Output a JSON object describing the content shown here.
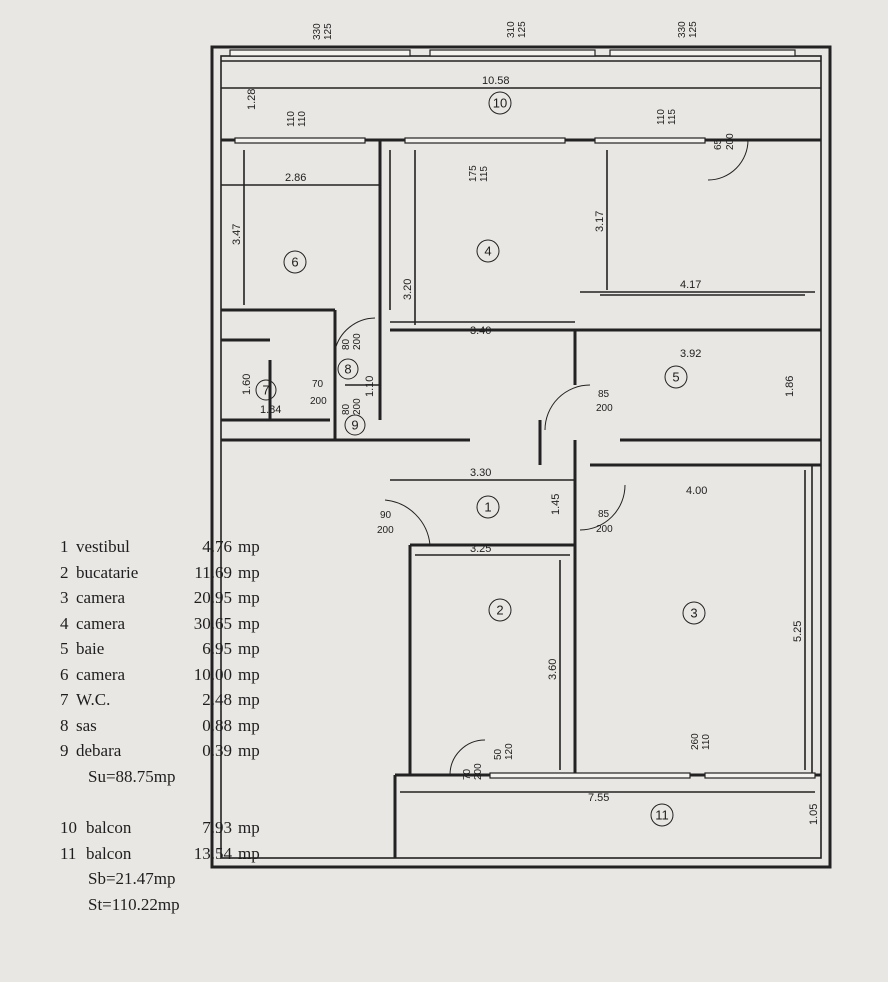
{
  "rooms": [
    {
      "num": "1",
      "name": "vestibul",
      "area": "4.76",
      "unit": "mp"
    },
    {
      "num": "2",
      "name": "bucatarie",
      "area": "11.69",
      "unit": "mp"
    },
    {
      "num": "3",
      "name": "camera",
      "area": "20.95",
      "unit": "mp"
    },
    {
      "num": "4",
      "name": "camera",
      "area": "30.65",
      "unit": "mp"
    },
    {
      "num": "5",
      "name": "baie",
      "area": "6.95",
      "unit": "mp"
    },
    {
      "num": "6",
      "name": "camera",
      "area": "10.00",
      "unit": "mp"
    },
    {
      "num": "7",
      "name": "W.C.",
      "area": "2.48",
      "unit": "mp"
    },
    {
      "num": "8",
      "name": "sas",
      "area": "0.88",
      "unit": "mp"
    },
    {
      "num": "9",
      "name": "debara",
      "area": "0.39",
      "unit": "mp"
    }
  ],
  "su_total": "Su=88.75mp",
  "balconies": [
    {
      "num": "10",
      "name": "balcon",
      "area": "7.93",
      "unit": "mp"
    },
    {
      "num": "11",
      "name": "balcon",
      "area": "13.54",
      "unit": "mp"
    }
  ],
  "sb_total": "Sb=21.47mp",
  "st_total": "St=110.22mp",
  "plan_labels": {
    "r1": "1",
    "r2": "2",
    "r3": "3",
    "r4": "4",
    "r5": "5",
    "r6": "6",
    "r7": "7",
    "r8": "8",
    "r9": "9",
    "r10": "10",
    "r11": "11"
  },
  "dimensions": {
    "d_10_58": "10.58",
    "d_2_86": "2.86",
    "d_3_47": "3.47",
    "d_1_28": "1.28",
    "d_3_20": "3.20",
    "d_3_40": "3.40",
    "d_3_17": "3.17",
    "d_4_17": "4.17",
    "d_3_92": "3.92",
    "d_1_86": "1.86",
    "d_1_60": "1.60",
    "d_1_84": "1.84",
    "d_1_10": "1.10",
    "d_3_30": "3.30",
    "d_1_45": "1.45",
    "d_4_00": "4.00",
    "d_3_25": "3.25",
    "d_3_60": "3.60",
    "d_5_25": "5.25",
    "d_7_55": "7.55",
    "d_1_05": "1.05",
    "o_330a": "330",
    "o_125a": "125",
    "o_310": "310",
    "o_125b": "125",
    "o_330b": "330",
    "o_125c": "125",
    "o_110a": "110",
    "o_110b": "110",
    "o_110c": "110",
    "o_115a": "115",
    "o_175": "175",
    "o_115b": "115",
    "o_65": "65",
    "o_200a": "200",
    "o_80a": "80",
    "o_200b": "200",
    "o_70": "70",
    "o_200c": "200",
    "o_80b": "80",
    "o_200d": "200",
    "o_85a": "85",
    "o_200e": "200",
    "o_90": "90",
    "o_200f": "200",
    "o_85b": "85",
    "o_200g": "200",
    "o_50": "50",
    "o_120": "120",
    "o_70b": "70",
    "o_200h": "200",
    "o_260": "260",
    "o_110d": "110"
  }
}
